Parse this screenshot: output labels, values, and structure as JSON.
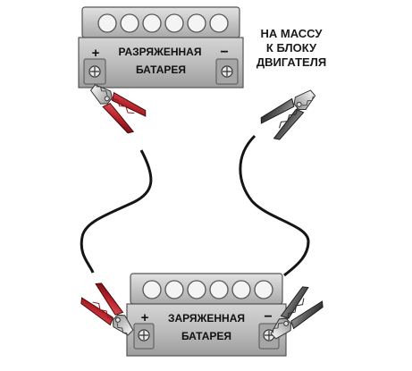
{
  "top_battery": {
    "line1": "РАЗРЯЖЕННАЯ",
    "line2": "БАТАРЕЯ",
    "plus": "+",
    "minus": "−"
  },
  "bottom_battery": {
    "line1": "ЗАРЯЖЕННАЯ",
    "line2": "БАТАРЕЯ",
    "plus": "+",
    "minus": "−"
  },
  "ground_note": {
    "line1": "НА МАССУ",
    "line2": "К БЛОКУ",
    "line3": "ДВИГАТЕЛЯ"
  },
  "colors": {
    "positive_clamp": "#b8242b",
    "negative_clamp": "#5a5a5a",
    "battery_body": "#b9b9b9",
    "cable": "#151515"
  }
}
